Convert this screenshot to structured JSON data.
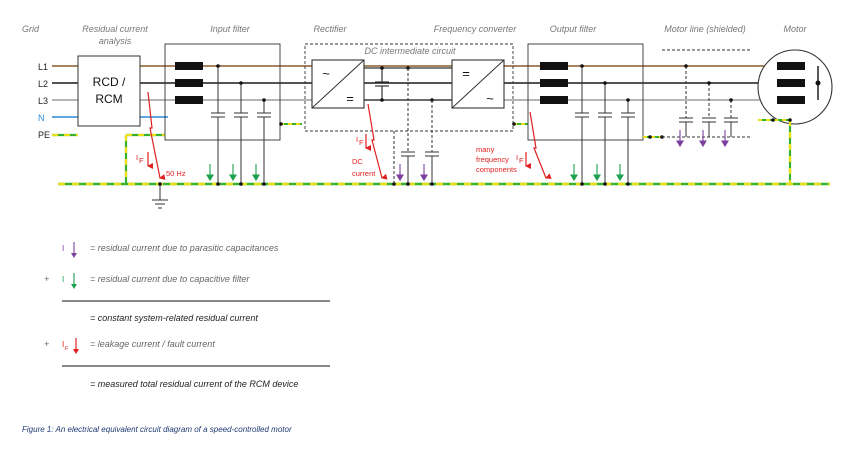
{
  "headers": {
    "grid": "Grid",
    "residual_current": "Residual current",
    "analysis": "analysis",
    "input_filter": "Input filter",
    "rectifier": "Rectifier",
    "dc_intermediate": "DC intermediate circuit",
    "frequency_converter": "Frequency converter",
    "output_filter": "Output filter",
    "motor_line": "Motor line (shielded)",
    "motor": "Motor"
  },
  "wires": {
    "l1": "L1",
    "l2": "L2",
    "l3": "L3",
    "n": "N",
    "pe": "PE"
  },
  "rcd": {
    "line1": "RCD /",
    "line2": "RCM"
  },
  "annotations": {
    "if_symbol": "I",
    "if_sub": "F",
    "hz": "50 Hz",
    "dc": "DC",
    "current": "current",
    "many": "many",
    "frequency": "frequency",
    "components": "components",
    "i_symbol": "I"
  },
  "legend": {
    "parasitic": "= residual current due to parasitic capacitances",
    "capacitive": "= residual current due to capacitive filter",
    "constant": "= constant system-related residual current",
    "leakage": "= leakage current / fault current",
    "measured": "= measured total residual current of the RCM device",
    "plus": "+"
  },
  "caption": "Figure 1: An electrical equivalent circuit diagram of a speed-controlled motor",
  "colors": {
    "l1": "#8b5a2b",
    "l2": "#1a1a1a",
    "l3": "#9e9e9e",
    "n": "#2a8ad8",
    "pe_green": "#38b030",
    "pe_yellow": "#e8e018",
    "fault_red": "#e02020",
    "parasitic_purple": "#7b3fa0",
    "filter_green": "#1ca050",
    "caption_blue": "#1f3a73"
  }
}
